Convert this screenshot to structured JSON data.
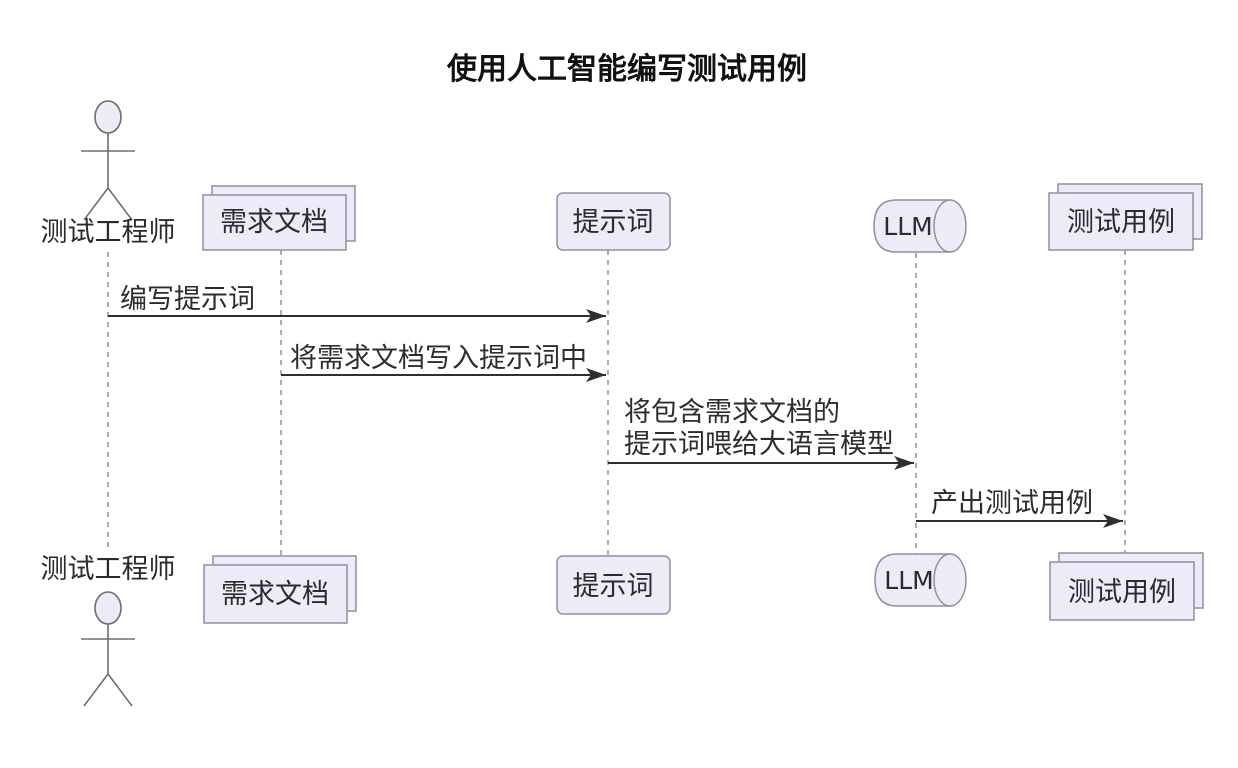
{
  "diagram": {
    "kind": "sequence-diagram",
    "title": "使用人工智能编写测试用例",
    "participants": [
      {
        "label": "测试工程师",
        "shape": "actor"
      },
      {
        "label": "需求文档",
        "shape": "collections"
      },
      {
        "label": "提示词",
        "shape": "rounded-rect"
      },
      {
        "label": "LLM",
        "shape": "cylinder"
      },
      {
        "label": "测试用例",
        "shape": "collections"
      }
    ],
    "messages": [
      {
        "from": "测试工程师",
        "to": "提示词",
        "label": "编写提示词"
      },
      {
        "from": "需求文档",
        "to": "提示词",
        "label": "将需求文档写入提示词中"
      },
      {
        "from": "提示词",
        "to": "LLM",
        "label_lines": [
          "将包含需求文档的",
          "提示词喂给大语言模型"
        ]
      },
      {
        "from": "LLM",
        "to": "测试用例",
        "label": "产出测试用例"
      }
    ],
    "colors": {
      "participant_fill": "#ececf8",
      "participant_stroke": "#8f8f9f",
      "lifeline": "#8b8b8b",
      "message_line": "#2f2f2f",
      "text": "#2b2b2b",
      "title": "#111111",
      "background": "#ffffff"
    }
  }
}
